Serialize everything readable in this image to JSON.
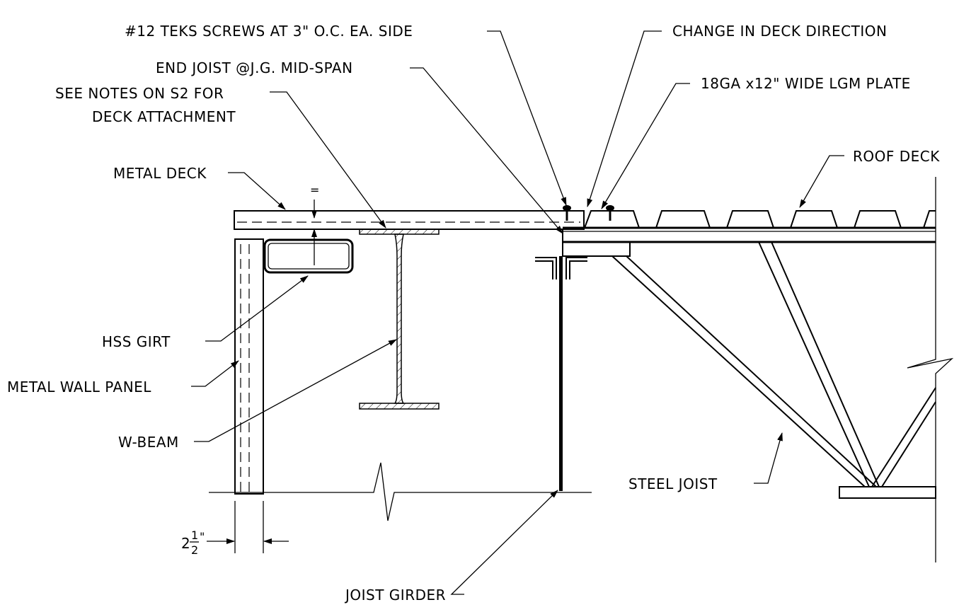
{
  "labels": {
    "teks_screws": "#12 TEKS SCREWS AT 3\" O.C. EA. SIDE",
    "change_deck": "CHANGE IN DECK DIRECTION",
    "end_joist": "END JOIST @J.G. MID-SPAN",
    "lgm_plate": "18GA x12\" WIDE LGM PLATE",
    "see_notes_1": "SEE NOTES ON S2 FOR",
    "see_notes_2": "DECK ATTACHMENT",
    "roof_deck": "ROOF DECK",
    "metal_deck": "METAL DECK",
    "hss_girt": "HSS GIRT",
    "metal_wall_panel": "METAL WALL PANEL",
    "w_beam": "W-BEAM",
    "steel_joist": "STEEL JOIST",
    "joist_girder": "JOIST GIRDER",
    "equal_mark": "=",
    "dim_whole": "2",
    "dim_num": "1",
    "dim_den": "2",
    "dim_unit": "\""
  }
}
